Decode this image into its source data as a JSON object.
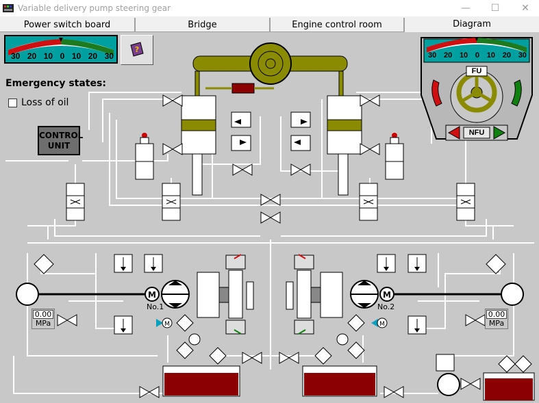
{
  "window": {
    "title": "Variable delivery pump steering gear",
    "minimize": "—",
    "maximize": "☐",
    "close": "✕"
  },
  "tabs": [
    {
      "label": "Power switch board",
      "active": false
    },
    {
      "label": "Bridge",
      "active": false
    },
    {
      "label": "Engine control room",
      "active": false
    },
    {
      "label": "Diagram",
      "active": true
    }
  ],
  "rudder_gauge_left": {
    "scale": [
      "30",
      "20",
      "10",
      "0",
      "10",
      "20",
      "30"
    ]
  },
  "rudder_gauge_right": {
    "scale": [
      "30",
      "20",
      "10",
      "0",
      "10",
      "20",
      "30"
    ]
  },
  "emergency": {
    "title": "Emergency states:",
    "loss_of_oil": "Loss of oil",
    "loss_of_oil_checked": false
  },
  "control_unit": {
    "line1": "CONTROL",
    "line2": "UNIT"
  },
  "wheel": {
    "fu_label": "FU",
    "nfu_label": "NFU"
  },
  "pumps": {
    "no1_label": "No.1",
    "no2_label": "No.2",
    "motor_label": "M"
  },
  "pressure_left": {
    "value": "0.00",
    "unit": "MPa"
  },
  "pressure_right": {
    "value": "0.00",
    "unit": "MPa"
  },
  "colors": {
    "background": "#c8c8c8",
    "pipe": "#ffffff",
    "hull_olive": "#8b8b00",
    "oil_tank": "#8b0000",
    "gauge_green": "#1e7a1e",
    "gauge_red": "#d01010",
    "gauge_bg": "#00a0a0",
    "arrow_red": "#d01010",
    "arrow_green": "#108010"
  }
}
